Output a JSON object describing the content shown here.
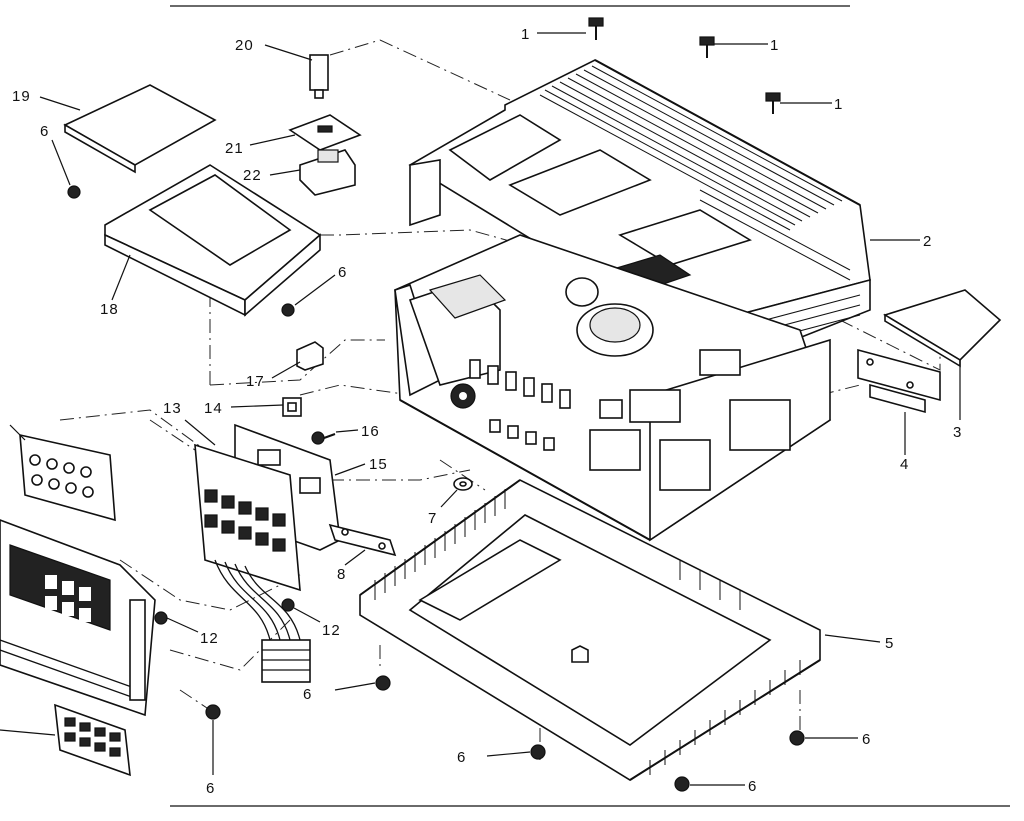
{
  "callouts": [
    {
      "id": "c1a",
      "label": "1"
    },
    {
      "id": "c1b",
      "label": "1"
    },
    {
      "id": "c1c",
      "label": "1"
    },
    {
      "id": "c2",
      "label": "2"
    },
    {
      "id": "c3",
      "label": "3"
    },
    {
      "id": "c4",
      "label": "4"
    },
    {
      "id": "c5",
      "label": "5"
    },
    {
      "id": "c6a",
      "label": "6"
    },
    {
      "id": "c6b",
      "label": "6"
    },
    {
      "id": "c6c",
      "label": "6"
    },
    {
      "id": "c6d",
      "label": "6"
    },
    {
      "id": "c6e",
      "label": "6"
    },
    {
      "id": "c6f",
      "label": "6"
    },
    {
      "id": "c6g",
      "label": "6"
    },
    {
      "id": "c7",
      "label": "7"
    },
    {
      "id": "c8",
      "label": "8"
    },
    {
      "id": "c12a",
      "label": "12"
    },
    {
      "id": "c12b",
      "label": "12"
    },
    {
      "id": "c13",
      "label": "13"
    },
    {
      "id": "c14",
      "label": "14"
    },
    {
      "id": "c15",
      "label": "15"
    },
    {
      "id": "c16",
      "label": "16"
    },
    {
      "id": "c17",
      "label": "17"
    },
    {
      "id": "c18",
      "label": "18"
    },
    {
      "id": "c19",
      "label": "19"
    },
    {
      "id": "c20",
      "label": "20"
    },
    {
      "id": "c21",
      "label": "21"
    },
    {
      "id": "c22",
      "label": "22"
    }
  ]
}
